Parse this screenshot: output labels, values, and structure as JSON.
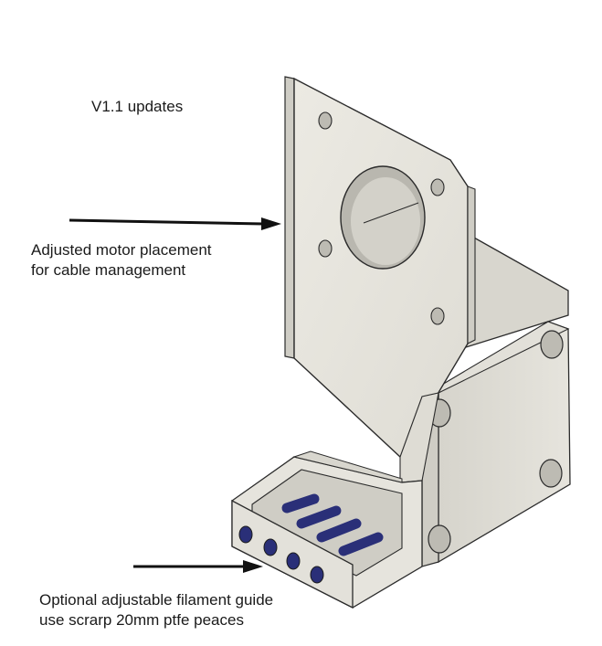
{
  "annotations": {
    "title": "V1.1 updates",
    "motor_note": {
      "line1": "Adjusted motor placement",
      "line2": "for cable management"
    },
    "guide_note": {
      "line1": "Optional adjustable filament guide",
      "line2": "use scrarp 20mm ptfe peaces"
    }
  },
  "colors": {
    "part_face": "#e8e6df",
    "part_side": "#d9d7cf",
    "part_shadow": "#c9c7bf",
    "edge": "#2b2b2b",
    "ptfe_tube": "#2a2f78",
    "arrow": "#111111"
  }
}
